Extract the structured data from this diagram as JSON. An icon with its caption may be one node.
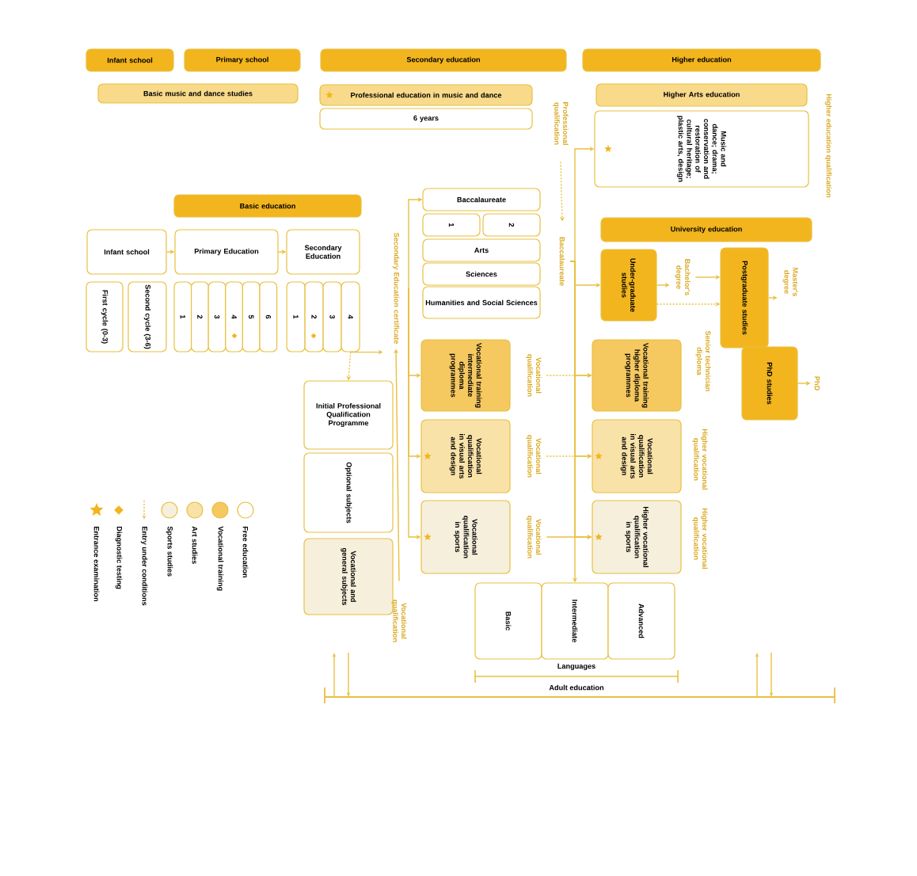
{
  "diagram": {
    "nodes": [
      {
        "text": [
          "Infant school"
        ]
      },
      {
        "text": [
          "Primary school"
        ]
      },
      {
        "text": [
          "Secondary education"
        ]
      },
      {
        "text": [
          "Higher education"
        ]
      },
      {
        "text": [
          "Basic music and dance studies"
        ]
      },
      {
        "text": [
          "Professional education in music and dance"
        ]
      },
      {
        "text": [
          "6 years"
        ]
      },
      {
        "text": [
          "Professional qualification"
        ]
      },
      {
        "text": [
          "Higher Arts education"
        ]
      },
      {
        "text": [
          "Music and dance; drama; conservation and restoration of cultural heritage; plastic arts, design"
        ]
      },
      {
        "text": [
          "Basic education"
        ]
      },
      {
        "text": [
          "Infant school"
        ]
      },
      {
        "text": [
          "Primary Education"
        ]
      },
      {
        "text": [
          "Secondary Education"
        ]
      },
      {
        "text": [
          "First cycle (0-3)"
        ]
      },
      {
        "text": [
          "Second cycle (3-6)"
        ]
      },
      {
        "text": [
          "1"
        ]
      },
      {
        "text": [
          "2"
        ]
      },
      {
        "text": [
          "3"
        ]
      },
      {
        "text": [
          "4"
        ]
      },
      {
        "text": [
          "5"
        ]
      },
      {
        "text": [
          "6"
        ]
      },
      {
        "text": [
          "1"
        ]
      },
      {
        "text": [
          "2"
        ]
      },
      {
        "text": [
          "3"
        ]
      },
      {
        "text": [
          "4"
        ]
      },
      {
        "text": [
          "Secondary Education certificate"
        ]
      },
      {
        "text": [
          "Baccalaureate"
        ]
      },
      {
        "text": [
          "1"
        ]
      },
      {
        "text": [
          "2"
        ]
      },
      {
        "text": [
          "Arts"
        ]
      },
      {
        "text": [
          "Sciences"
        ]
      },
      {
        "text": [
          "Humanities and Social Sciences"
        ]
      },
      {
        "text": [
          "Baccalaureate"
        ]
      },
      {
        "text": [
          "University education"
        ]
      },
      {
        "text": [
          "Under-graduate studies"
        ]
      },
      {
        "text": [
          "Bachelor's degree"
        ]
      },
      {
        "text": [
          "Postgraduate studies"
        ]
      },
      {
        "text": [
          "Master's degree"
        ]
      },
      {
        "text": [
          "PhD studies"
        ]
      },
      {
        "text": [
          "PhD"
        ]
      },
      {
        "text": [
          "Vocational training intermediate diploma programmes"
        ]
      },
      {
        "text": [
          "Vocational qualification"
        ]
      },
      {
        "text": [
          "Vocational training higher diploma programmes"
        ],
        "beside": [
          "Senior technician diploma"
        ]
      },
      {
        "text": [
          "Vocational qualification in visual arts and design"
        ]
      },
      {
        "text": [
          "Vocational qualification"
        ]
      },
      {
        "text": [
          "Vocational qualification in visual arts and design"
        ],
        "beside": [
          "Higher vocational qualification"
        ]
      },
      {
        "text": [
          "Vocational qualification in sports"
        ]
      },
      {
        "text": [
          "Vocational qualification"
        ]
      },
      {
        "text": [
          "Higher vocational qualification in sports"
        ],
        "beside": [
          "Higher vocational qualification"
        ]
      },
      {
        "text": [
          "Initial Professional Qualification Programme"
        ]
      },
      {
        "text": [
          "Optional subjects"
        ]
      },
      {
        "text": [
          "Vocational and general subjects"
        ]
      },
      {
        "text": [
          "Vocational qualification"
        ]
      },
      {
        "text": [
          "Basic"
        ]
      },
      {
        "text": [
          "Intermediate"
        ]
      },
      {
        "text": [
          "Advanced"
        ]
      }
    ],
    "edges": [
      {
        "from": 11,
        "to": 12,
        "arrow": "to"
      },
      {
        "from": 12,
        "to": 13,
        "arrow": "to"
      },
      {
        "from": 25,
        "to": 26,
        "arrow": "to"
      },
      {
        "from": 26,
        "to": 27,
        "arrow": "to"
      },
      {
        "from": 26,
        "to": 41,
        "arrow": "to"
      },
      {
        "from": 26,
        "to": 44,
        "arrow": "to"
      },
      {
        "from": 26,
        "to": 47,
        "arrow": "to"
      },
      {
        "from": 25,
        "to": 50,
        "arrow": "to",
        "style": "dashed"
      },
      {
        "from": 53,
        "to": 26,
        "arrow": "to"
      },
      {
        "from": 7,
        "to": 33,
        "arrow": "to",
        "style": "dashed"
      },
      {
        "from": 33,
        "to": 9,
        "arrow": "to"
      },
      {
        "from": 33,
        "to": 35,
        "arrow": "to"
      },
      {
        "from": 33,
        "to": 43,
        "arrow": "to"
      },
      {
        "from": 33,
        "to": 46,
        "arrow": "to"
      },
      {
        "from": 33,
        "to": 49,
        "arrow": "to"
      },
      {
        "from": 33,
        "to": 55,
        "arrow": "to"
      },
      {
        "from": 42,
        "to": 43,
        "arrow": "to",
        "style": "dashed"
      },
      {
        "from": 45,
        "to": 46,
        "arrow": "to",
        "style": "dashed"
      },
      {
        "from": 48,
        "to": 49,
        "arrow": "to"
      },
      {
        "from": 35,
        "to": 36,
        "arrow": "to"
      },
      {
        "from": 36,
        "to": 37,
        "arrow": "to"
      },
      {
        "from": 35,
        "to": 37,
        "arrow": "to",
        "style": "dashed"
      },
      {
        "from": 37,
        "to": 38,
        "arrow": "to"
      },
      {
        "from": 39,
        "to": 40,
        "arrow": "to"
      }
    ],
    "labels": [
      "Higher education qualification",
      "Languages",
      "Adult education"
    ],
    "legend": [
      {
        "text": "Free education"
      },
      {
        "text": "Vocational training",
        "color": "#f5c860"
      },
      {
        "text": "Art studies",
        "color": "#f9e2a8"
      },
      {
        "text": "Sports studies",
        "color": "#f6efdc"
      },
      {
        "text": "Entry under conditions"
      },
      {
        "text": "Diagnostic testing"
      },
      {
        "text": "Entrance examination"
      }
    ]
  }
}
